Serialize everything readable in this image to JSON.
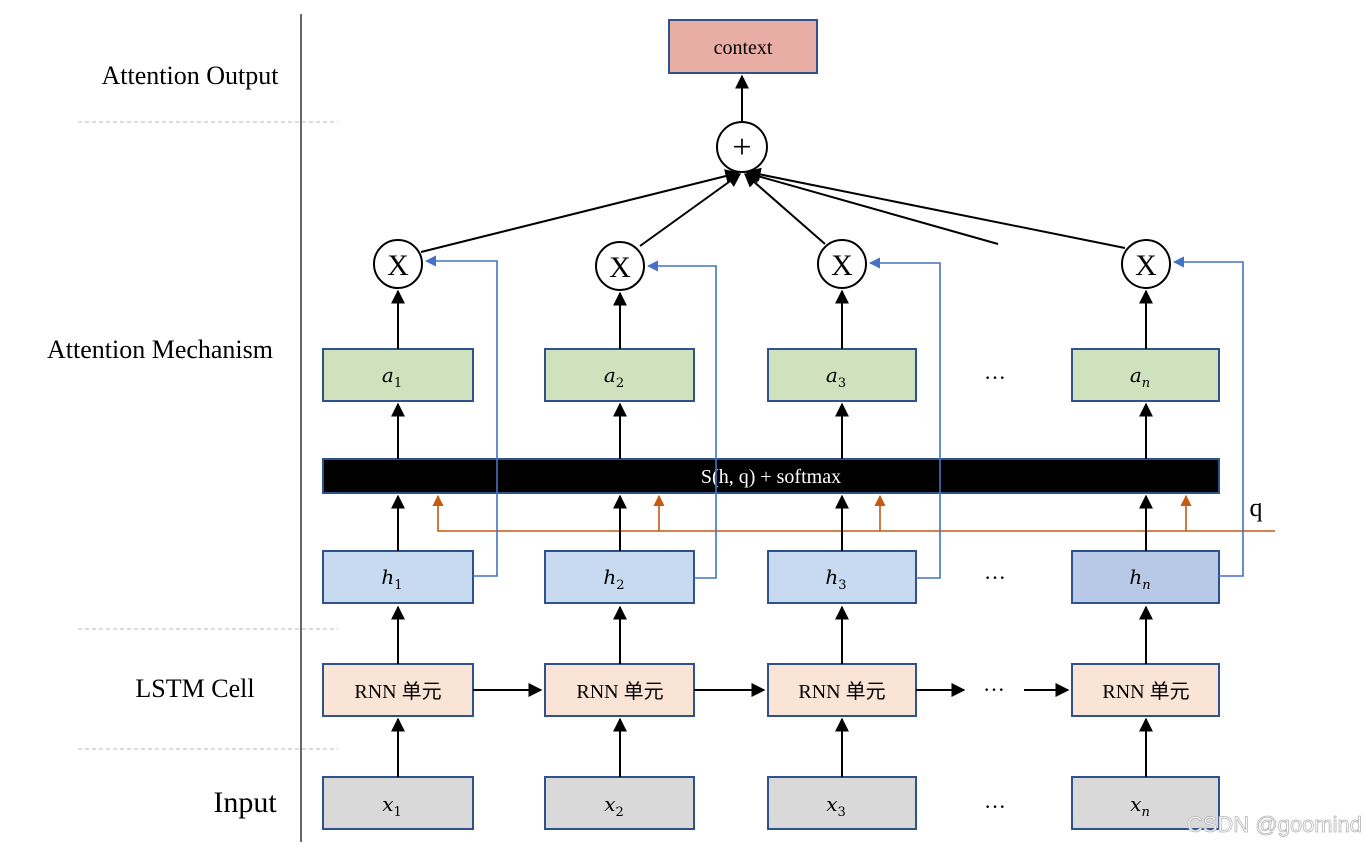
{
  "row_labels": {
    "attention_output": "Attention Output",
    "attention_mechanism": "Attention Mechanism",
    "lstm_cell": "LSTM Cell",
    "input": "Input"
  },
  "context": {
    "label": "context"
  },
  "sum_node": {
    "symbol": "+"
  },
  "multiply_symbol": "X",
  "score_bar": {
    "label": "S(h, q) + softmax"
  },
  "query": {
    "label": "q"
  },
  "ellipsis": "···",
  "columns": [
    {
      "a": "a",
      "h": "h",
      "x": "x",
      "sub": "1",
      "rnn": "RNN 单元"
    },
    {
      "a": "a",
      "h": "h",
      "x": "x",
      "sub": "2",
      "rnn": "RNN 单元"
    },
    {
      "a": "a",
      "h": "h",
      "x": "x",
      "sub": "3",
      "rnn": "RNN 单元"
    },
    {
      "a": "a",
      "h": "h",
      "x": "x",
      "sub": "n",
      "rnn": "RNN 单元"
    }
  ],
  "watermark": "CSDN @goomind",
  "colors": {
    "context_fill": "#e8aea5",
    "attention_fill": "#cfe2bd",
    "hidden_fill": "#c8daf0",
    "hidden_last_fill": "#b7c9e6",
    "rnn_fill": "#f9e4d6",
    "input_fill": "#d9d9d9",
    "box_border": "#2f528f",
    "score_fill": "#000000",
    "score_text": "#ffffff",
    "query_line": "#c55a11",
    "skip_line": "#4472c4",
    "arrow": "#000000"
  }
}
